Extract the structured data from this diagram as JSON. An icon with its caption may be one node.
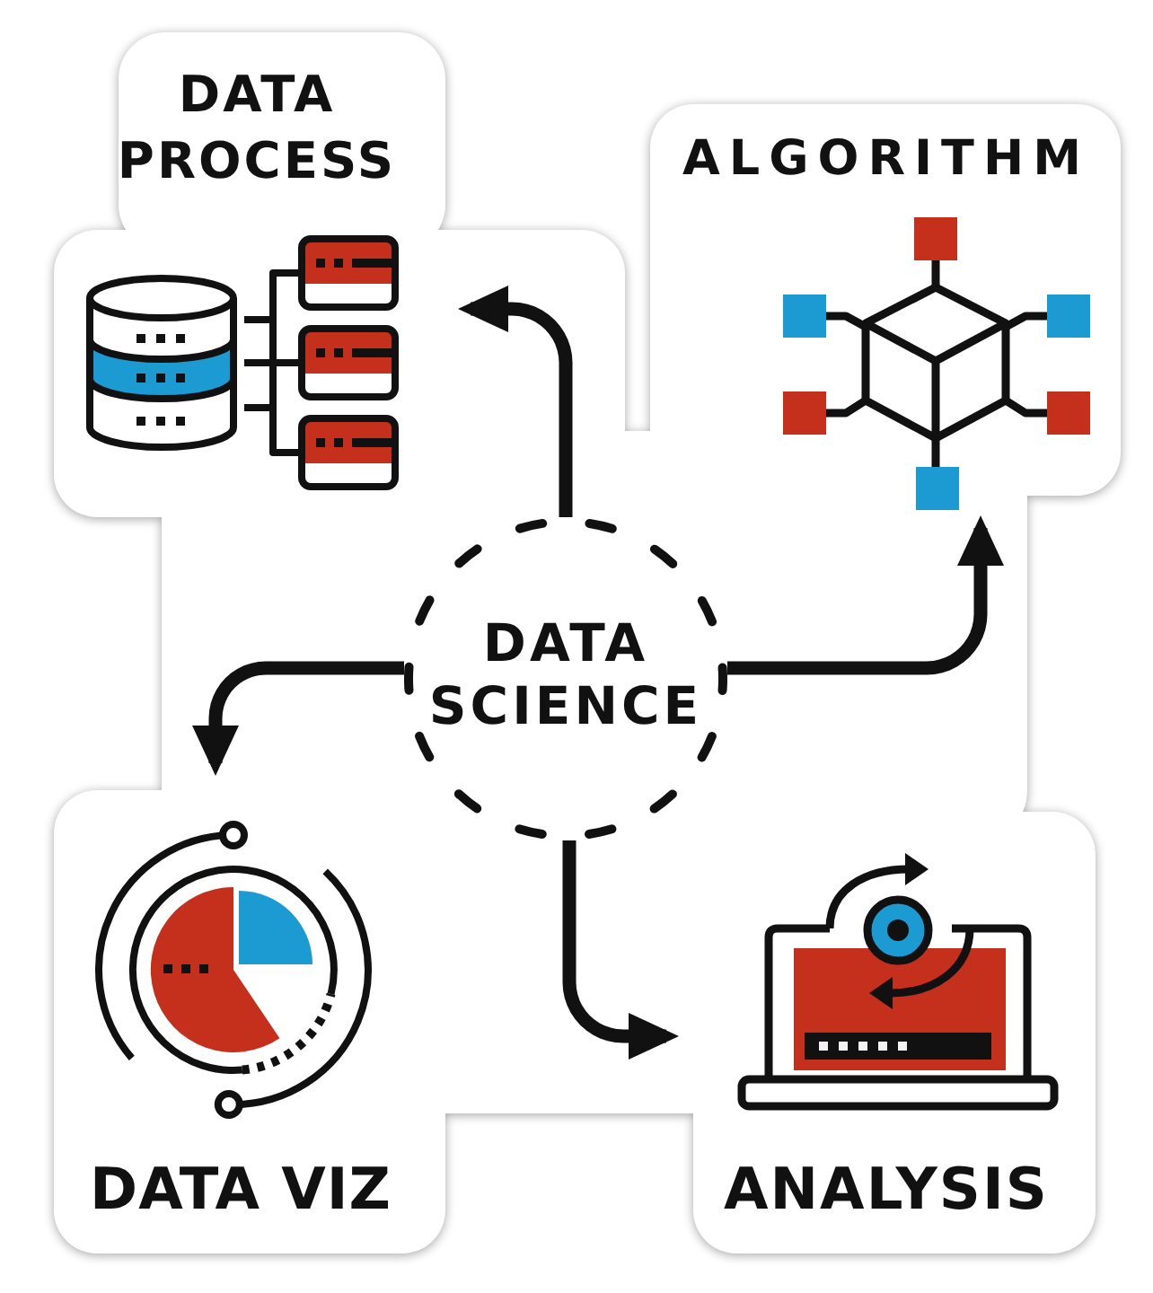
{
  "diagram": {
    "nodes": [
      {
        "text": [
          "DATA PROCESS"
        ]
      },
      {
        "text": [
          "ALGORITHM"
        ]
      },
      {
        "text": [
          "DATA SCIENCE"
        ]
      },
      {
        "text": [
          "DATA VIZ"
        ]
      },
      {
        "text": [
          "ANALYSIS"
        ]
      }
    ],
    "edges": [
      {
        "from": 2,
        "to": 0,
        "arrow": "to"
      },
      {
        "from": 2,
        "to": 1,
        "arrow": "to"
      },
      {
        "from": 2,
        "to": 3,
        "arrow": "to"
      },
      {
        "from": 2,
        "to": 4,
        "arrow": "to"
      }
    ]
  }
}
